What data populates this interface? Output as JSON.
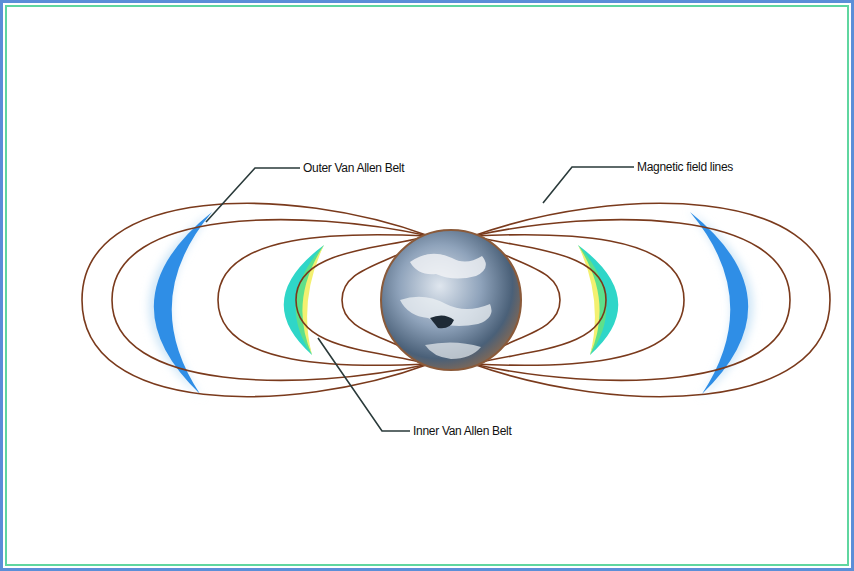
{
  "diagram": {
    "labels": [
      "Outer Van Allen Belt",
      "Magnetic field lines",
      "Inner Van Allen Belt"
    ]
  }
}
